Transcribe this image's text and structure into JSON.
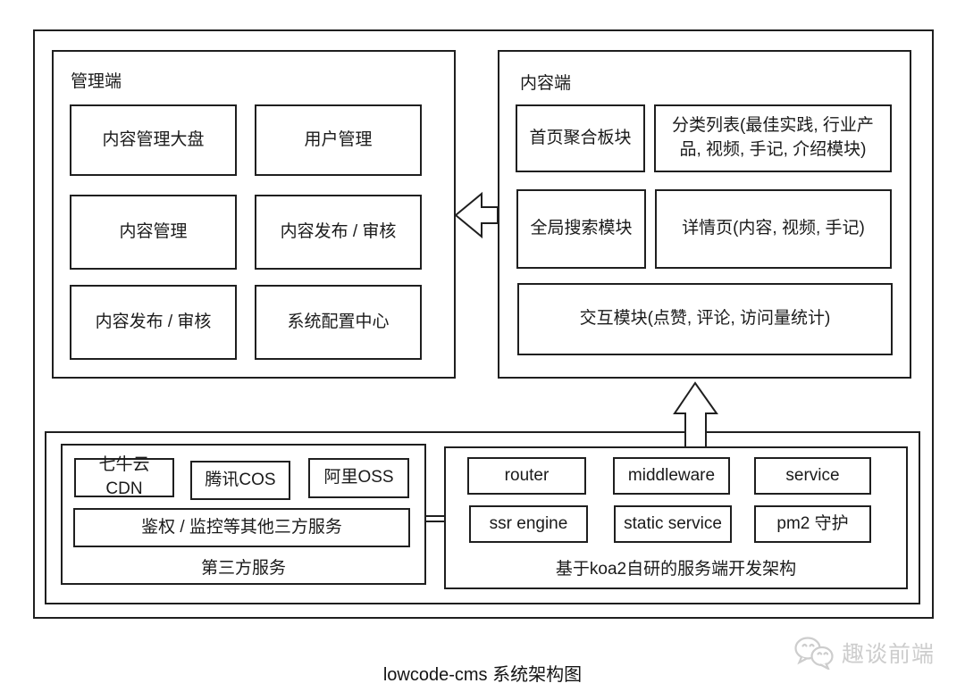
{
  "page": {
    "caption": "lowcode-cms 系统架构图",
    "watermark_text": "趣谈前端"
  },
  "colors": {
    "line": "#1f1f1f",
    "text": "#1a1a1a",
    "watermark": "#cdcdcd",
    "background": "#ffffff"
  },
  "icons": {
    "watermark": "wechat-chat-bubbles-icon",
    "arrow_left": "block-arrow-left-icon",
    "arrow_up": "block-arrow-up-icon"
  },
  "admin_panel": {
    "title": "管理端",
    "modules": [
      "内容管理大盘",
      "用户管理",
      "内容管理",
      "内容发布 / 审核",
      "内容发布 / 审核",
      "系统配置中心"
    ]
  },
  "content_panel": {
    "title": "内容端",
    "modules": [
      "首页聚合板块",
      "分类列表(最佳实践, 行业产品, 视频, 手记, 介绍模块)",
      "全局搜索模块",
      "详情页(内容, 视频, 手记)",
      "交互模块(点赞, 评论, 访问量统计)"
    ]
  },
  "infra_panel": {
    "third_party": {
      "caption": "第三方服务",
      "modules": [
        "七牛云 CDN",
        "腾讯COS",
        "阿里OSS",
        "鉴权 / 监控等其他三方服务"
      ]
    },
    "server": {
      "caption": "基于koa2自研的服务端开发架构",
      "modules": [
        "router",
        "middleware",
        "service",
        "ssr engine",
        "static service",
        "pm2 守护"
      ]
    }
  }
}
